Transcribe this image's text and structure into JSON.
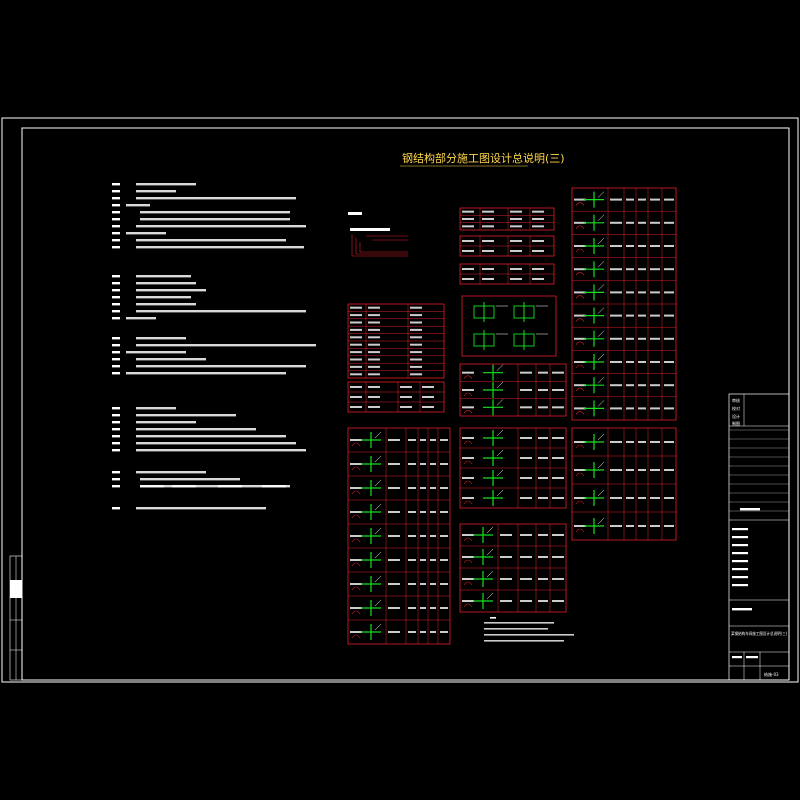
{
  "drawing": {
    "title": "钢结构部分施工图设计总说明(三)",
    "colors": {
      "background": "#000000",
      "border": "#ffffff",
      "table_lines": "#e0202a",
      "detail_lines": "#18e020",
      "title_text": "#ffd84a",
      "note_text": "#ffffff"
    }
  },
  "title_block": {
    "project_name": "某钢结构车间施工图设计总说明(三)",
    "labels": [
      "审核",
      "校对",
      "设计",
      "制图"
    ],
    "sheet": "结施-03"
  }
}
